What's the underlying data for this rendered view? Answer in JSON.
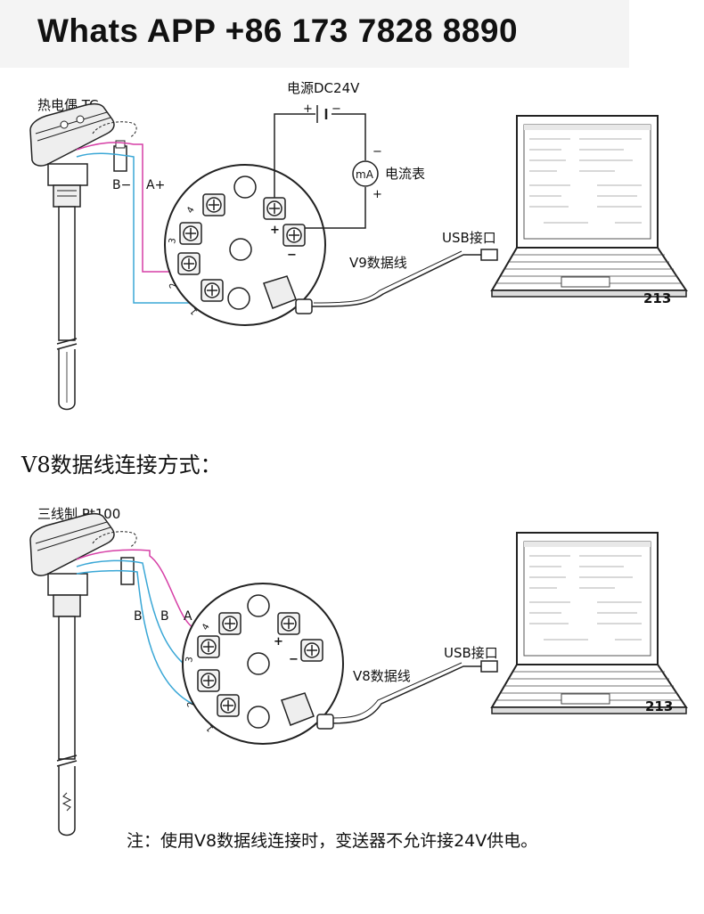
{
  "banner": {
    "text": "Whats APP +86 173 7828 8890"
  },
  "diagram1": {
    "sensor_label": "热电偶 TC",
    "wire_b": "B−",
    "wire_a": "A+",
    "power_label": "电源DC24V",
    "meter_symbol": "mA",
    "meter_label": "电流表",
    "plus": "+",
    "minus": "−",
    "usb_label": "USB接口",
    "cable_label": "V9数据线",
    "laptop_model": "213"
  },
  "section_title": "V8数据线连接方式：",
  "diagram2": {
    "sensor_label": "三线制 Pt100",
    "wire_b1": "B",
    "wire_b2": "B",
    "wire_a": "A",
    "usb_label": "USB接口",
    "cable_label": "V8数据线",
    "laptop_model": "213"
  },
  "note": "注：使用V8数据线连接时，变送器不允许接24V供电。",
  "terminals": [
    "4",
    "3",
    "2",
    "1"
  ],
  "colors": {
    "pink": "#d63fa6",
    "blue": "#3aa7d6",
    "line": "#222222"
  }
}
